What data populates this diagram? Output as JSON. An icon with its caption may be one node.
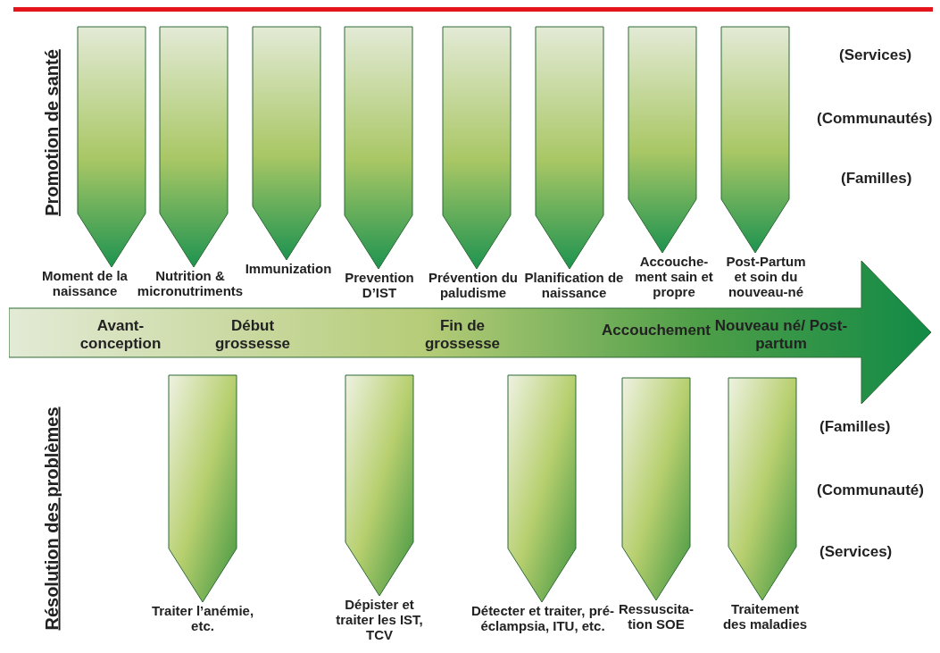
{
  "diagram": {
    "nodes": [
      {
        "text": [
          "Moment de la naissance"
        ]
      },
      {
        "text": [
          "Nutrition & micronutriments"
        ]
      },
      {
        "text": [
          "Immunization"
        ]
      },
      {
        "text": [
          "Prevention D’IST"
        ]
      },
      {
        "text": [
          "Prévention du paludisme"
        ]
      },
      {
        "text": [
          "Planification de naissance"
        ]
      },
      {
        "text": [
          "Accouche- ment sain et propre"
        ]
      },
      {
        "text": [
          "Post-Partum et soin du nouveau-né"
        ]
      },
      {
        "text": [
          "Avant- conception",
          "Début grossesse",
          "Fin de grossesse",
          "Accouchement",
          "Nouveau né/ Post-partum"
        ]
      },
      {
        "text": [
          "Traiter l’anémie, etc."
        ]
      },
      {
        "text": [
          "Dépister et traiter les IST, TCV"
        ]
      },
      {
        "text": [
          "Détecter et traiter, pré-éclampsia, ITU, etc."
        ]
      },
      {
        "text": [
          "Ressuscita- tion SOE"
        ]
      },
      {
        "text": [
          "Traitement des maladies"
        ]
      }
    ],
    "edges": [
      {
        "from": null,
        "to": 0,
        "arrow": "to"
      },
      {
        "from": null,
        "to": 1,
        "arrow": "to"
      },
      {
        "from": null,
        "to": 2,
        "arrow": "to"
      },
      {
        "from": null,
        "to": 3,
        "arrow": "to"
      },
      {
        "from": null,
        "to": 4,
        "arrow": "to"
      },
      {
        "from": null,
        "to": 5,
        "arrow": "to"
      },
      {
        "from": null,
        "to": 6,
        "arrow": "to"
      },
      {
        "from": null,
        "to": 7,
        "arrow": "to"
      },
      {
        "from": null,
        "to": 9,
        "arrow": "to"
      },
      {
        "from": null,
        "to": 10,
        "arrow": "to"
      },
      {
        "from": null,
        "to": 11,
        "arrow": "to"
      },
      {
        "from": null,
        "to": 12,
        "arrow": "to"
      },
      {
        "from": null,
        "to": 13,
        "arrow": "to"
      }
    ],
    "labels": [
      "Promotion de santé",
      "(Services)",
      "(Communautés)",
      "(Familles)",
      "Résolution des problèmes",
      "(Familles)",
      "(Communauté)",
      "(Services)"
    ]
  }
}
